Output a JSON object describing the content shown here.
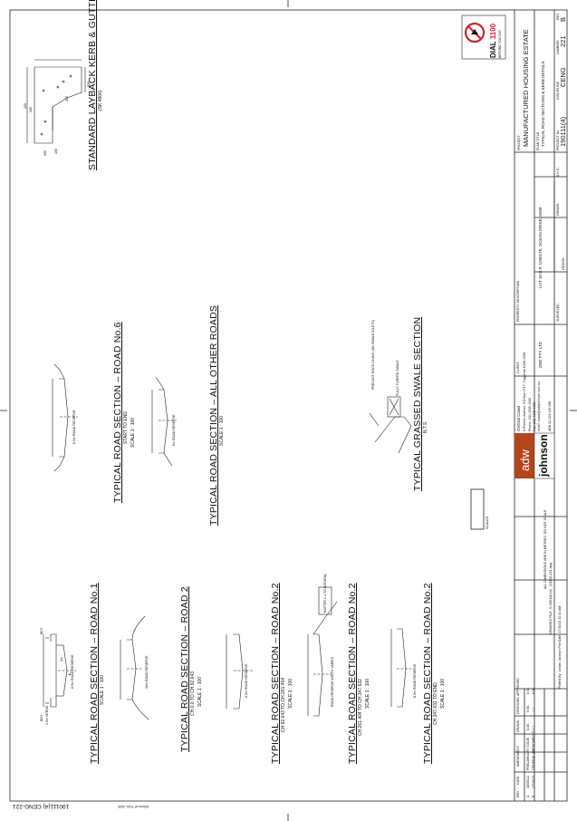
{
  "sheet": {
    "margin_ref": "190111(4) CENG-221",
    "full_size_note": "100mm AT FULL SIZE"
  },
  "drawings": [
    {
      "id": "road1",
      "title": "TYPICAL ROAD SECTION – ROAD No.1",
      "sub1": "",
      "scale": "SCALE 1 : 100",
      "reserve": "8.5m ROAD RESERVE"
    },
    {
      "id": "road2",
      "title": "TYPICAL ROAD SECTION – ROAD 2",
      "sub1": "CH.0.0 TO CH.92.643",
      "scale": "SCALE 1 : 100",
      "reserve": "10m ROAD RESERVE"
    },
    {
      "id": "road2a",
      "title": "TYPICAL ROAD SECTION – ROAD No.2",
      "sub1": "CH.92.643 TO CH.261.404",
      "scale": "SCALE 1 : 100",
      "reserve": "8.5m ROAD RESERVE"
    },
    {
      "id": "road2b",
      "title": "TYPICAL ROAD SECTION – ROAD No.2",
      "sub1": "CH.261.404 TO CH.347.632",
      "scale": "SCALE 1 : 100",
      "reserve": "ROAD RESERVE WIDTH VARIES",
      "note": "BATTER 1:4 TO NATURAL"
    },
    {
      "id": "road2c",
      "title": "TYPICAL ROAD SECTION – ROAD No.2",
      "sub1": "CH.347.632 TO END",
      "scale": "SCALE 1 : 100",
      "reserve": "8.5m ROAD RESERVE"
    },
    {
      "id": "road6",
      "title": "TYPICAL ROAD SECTION – ROAD No.6",
      "sub1": "START TO END",
      "scale": "SCALE 1 : 100",
      "reserve": "8.5m ROAD RESERVE"
    },
    {
      "id": "other",
      "title": "TYPICAL ROAD SECTION – ALL OTHER ROADS",
      "sub1": "",
      "scale": "SCALE 1 : 100",
      "reserve": "8m ROAD RESERVE"
    },
    {
      "id": "swale",
      "title": "TYPICAL GRASSED SWALE SECTION",
      "sub1": "",
      "scale": "N.T.S.",
      "note1": "PRECAST ROCK LINING (ON SWALE INLETS)",
      "note2": "FULLY TURFED SWALE"
    },
    {
      "id": "kerb",
      "title": "STANDARD LAYBACK KERB & GUTTER",
      "sub1": "",
      "scale": "(SK 4806)"
    }
  ],
  "dims": {
    "bdy": "BDY",
    "lane": "3m",
    "verge": "1.5m VERGE",
    "cl": "℄",
    "kerb_w": "550",
    "kerb_h": "300",
    "d150": "150",
    "d200": "200",
    "d250": "250",
    "d100": "100"
  },
  "title_block": {
    "project_label": "PROJECT",
    "project": "MANUFACTURED HOUSING ESTATE",
    "plan_title_label": "PLAN TITLE",
    "plan_title": "TYPICAL ROAD SECTIONS & KERB DETAILS",
    "project_no_label": "PROJECT No.",
    "project_no": "190111(4)",
    "discipline_label": "DISCIPLINE",
    "discipline": "CENG",
    "number_label": "NUMBER",
    "number": "221",
    "rev_label": "REV",
    "rev": "B",
    "property_label": "PROPERTY DESCRIPTION",
    "property": "LOT 10 D.P. 1290178, OCEAN DRIVE, KEW",
    "client_label": "CLIENT",
    "client": "ZW2 PTY LTD",
    "surveyed_label": "SURVEYED",
    "design_label": "DESIGN",
    "drawn_label": "DRAWN",
    "ahd": "A.H.D.",
    "firm_short": "adw",
    "firm_name": "johnson",
    "office": "Central Coast",
    "address": "5 Pioneer Avenue, PO Box 3717, Tuggerah NSW 2259",
    "phone": "Phone: (02) 4305 4300",
    "fax": "Fax: (02) 4305 4399",
    "email": "email: coast@adwjohnson.com.au",
    "abn": "ABN 62 129 445 398",
    "scale_label": "SCALES",
    "dims_note": "ALL DIMENSIONS ARE IN METRES.   DO NOT SCALE",
    "file_note": "DRAWING FILE: S:\\190111\\(4)\\...\\CENG-221.dwg",
    "plot_note": "Plotted By: Jordan Jackson   Plot Date: 17/10/23 11:31 AM",
    "rev_header": [
      "REV",
      "DATE",
      "AMENDMENT",
      "DRAWN",
      "DESIGNED",
      "APPROVED"
    ],
    "revisions": [
      {
        "rev": "A",
        "date": "18/05/22",
        "amendment": "PRELIMINARY ISSUE",
        "drawn": "N.M.",
        "designed": "N.M.",
        "approved": "N.M."
      },
      {
        "rev": "B",
        "date": "17/10/23",
        "amendment": "GENERAL AMENDMENTS",
        "drawn": "J.J.",
        "designed": "J.J.",
        "approved": "N.M."
      }
    ]
  },
  "dial": {
    "title": "DIAL",
    "number": "1100",
    "sub": "BEFORE YOU DIG"
  },
  "colors": {
    "line": "#1a1a1a",
    "accent_red": "#d12229",
    "logo_bg": "#b5451b"
  }
}
